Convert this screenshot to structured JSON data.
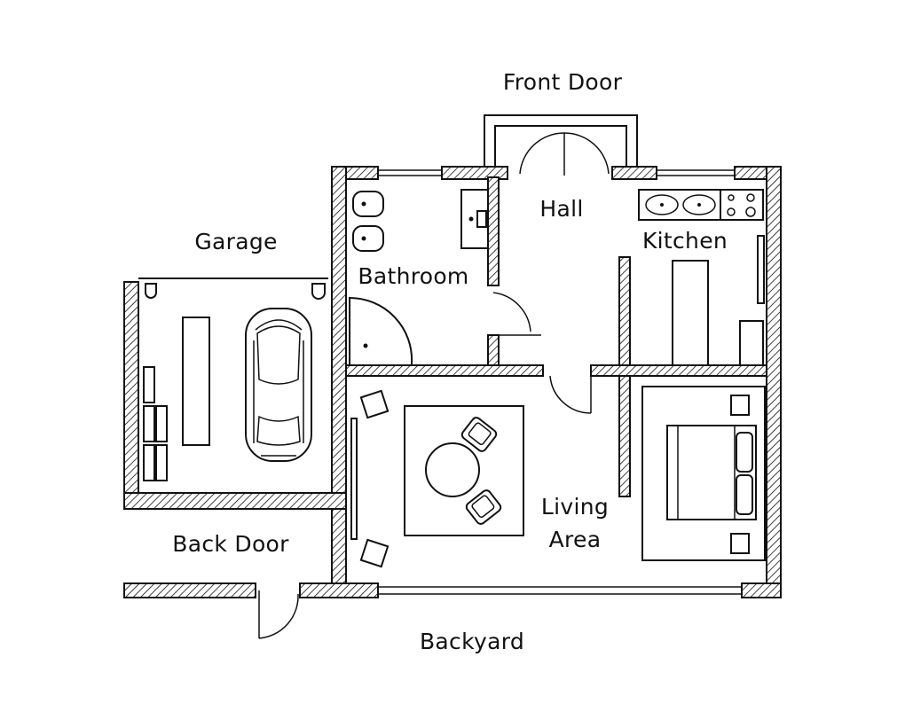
{
  "labels": {
    "front_door": "Front Door",
    "hall": "Hall",
    "kitchen": "Kitchen",
    "garage": "Garage",
    "bathroom": "Bathroom",
    "living_line1": "Living",
    "living_line2": "Area",
    "back_door": "Back Door",
    "backyard": "Backyard"
  }
}
